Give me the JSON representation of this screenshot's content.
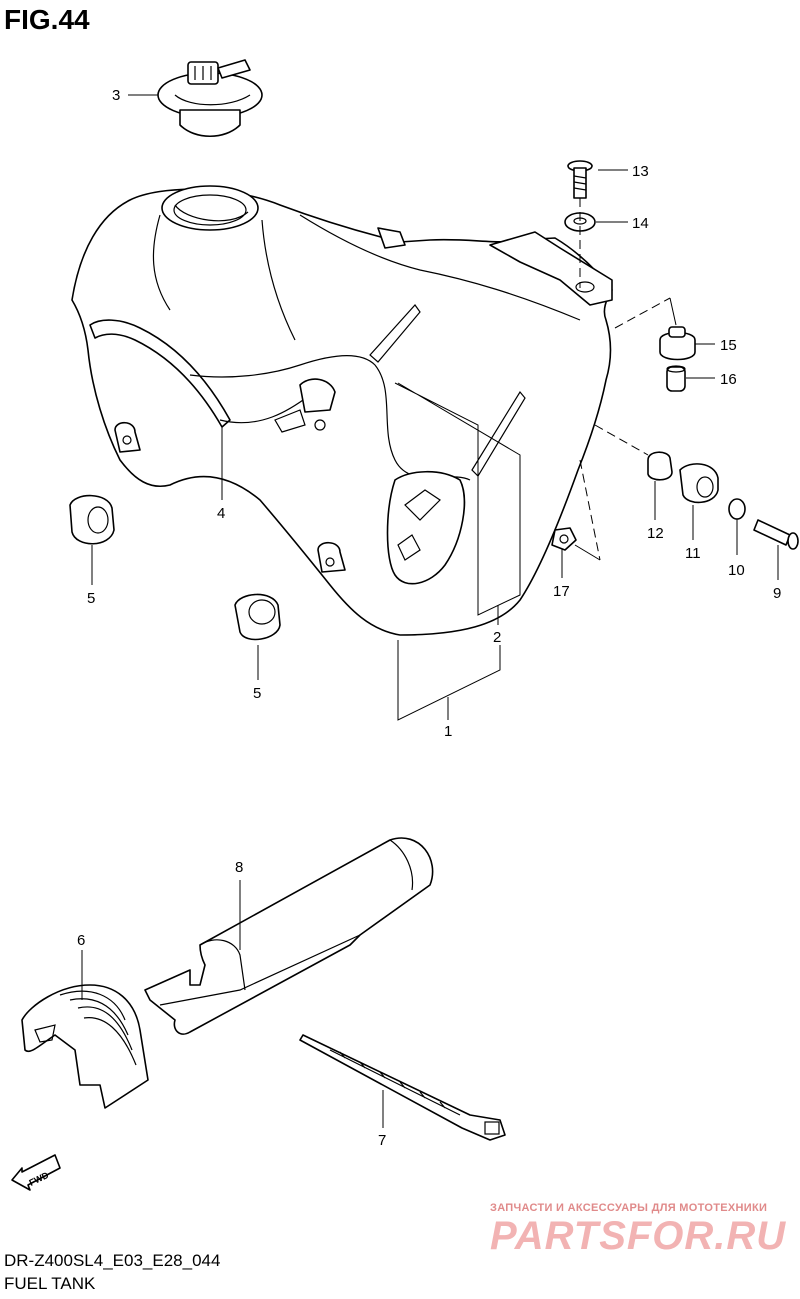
{
  "figure": {
    "title": "FIG.44",
    "code": "DR-Z400SL4_E03_E28_044",
    "name": "FUEL TANK"
  },
  "callouts": {
    "c1": "1",
    "c2": "2",
    "c3": "3",
    "c4": "4",
    "c5a": "5",
    "c5b": "5",
    "c6": "6",
    "c7": "7",
    "c8": "8",
    "c9": "9",
    "c10": "10",
    "c11": "11",
    "c12": "12",
    "c13": "13",
    "c14": "14",
    "c15": "15",
    "c16": "16",
    "c17": "17"
  },
  "fwd_label": "FWD",
  "watermark": {
    "tagline": "ЗАПЧАСТИ И АКСЕССУАРЫ ДЛЯ МОТОТЕХНИКИ",
    "site": "PARTSFOR.RU",
    "color": "#e08a8a"
  }
}
